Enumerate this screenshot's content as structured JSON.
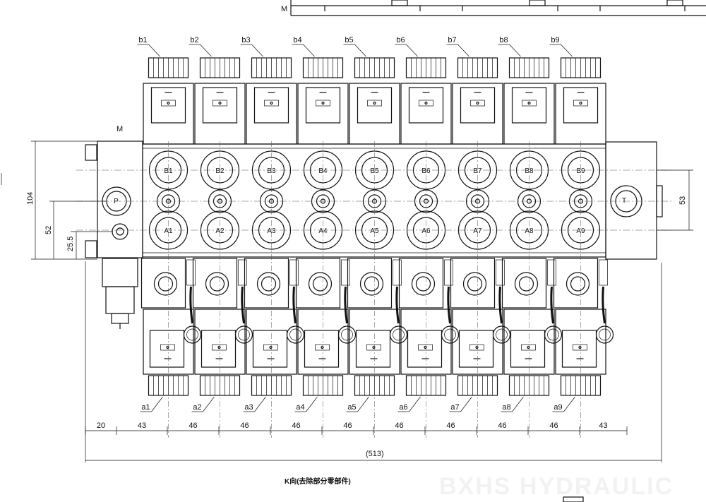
{
  "top_label": "M",
  "side_label": "M",
  "b_labels": [
    "b1",
    "b2",
    "b3",
    "b4",
    "b5",
    "b6",
    "b7",
    "b8",
    "b9"
  ],
  "a_labels": [
    "a1",
    "a2",
    "a3",
    "a4",
    "a5",
    "a6",
    "a7",
    "a8",
    "a9"
  ],
  "top_ports": [
    "B1",
    "B2",
    "B3",
    "B4",
    "B5",
    "B6",
    "B7",
    "B8",
    "B9"
  ],
  "bottom_ports": [
    "A1",
    "A2",
    "A3",
    "A4",
    "A5",
    "A6",
    "A7",
    "A8",
    "A9"
  ],
  "inlet_port": "P",
  "outlet_port": "T",
  "dims_bottom": [
    "20",
    "43",
    "46",
    "46",
    "46",
    "46",
    "46",
    "46",
    "46",
    "46",
    "43"
  ],
  "dim_total": "(513)",
  "dims_left": {
    "overall": "104",
    "p_height": "52",
    "m_height": "25.5"
  },
  "dim_right": "53",
  "caption": "K向(去除部分零部件)",
  "watermark": "BXHS HYDRAULIC"
}
